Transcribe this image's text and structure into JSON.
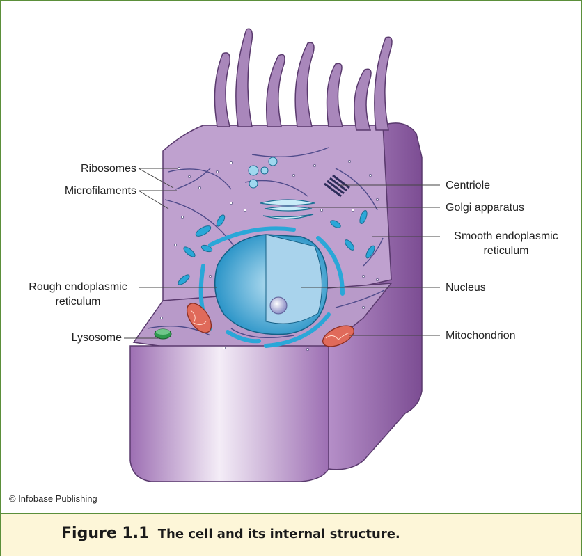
{
  "figure": {
    "caption_label": "Figure 1.1",
    "caption_text": "The cell and its internal structure.",
    "credit": "© Infobase Publishing"
  },
  "labels": {
    "ribosomes": "Ribosomes",
    "microfilaments": "Microfilaments",
    "rough_er_line1": "Rough endoplasmic",
    "rough_er_line2": "reticulum",
    "lysosome": "Lysosome",
    "centriole": "Centriole",
    "golgi": "Golgi apparatus",
    "smooth_er_line1": "Smooth endoplasmic",
    "smooth_er_line2": "reticulum",
    "nucleus": "Nucleus",
    "mitochondrion": "Mitochondrion"
  },
  "colors": {
    "frame": "#5b8f3a",
    "caption_bg": "#fdf6d8",
    "cell_purple": "#b79ac6",
    "cell_dark": "#8e5aa3",
    "nucleus": "#2aa7d8",
    "mitochondrion": "#e06a5a",
    "lysosome": "#2e9a4e"
  }
}
